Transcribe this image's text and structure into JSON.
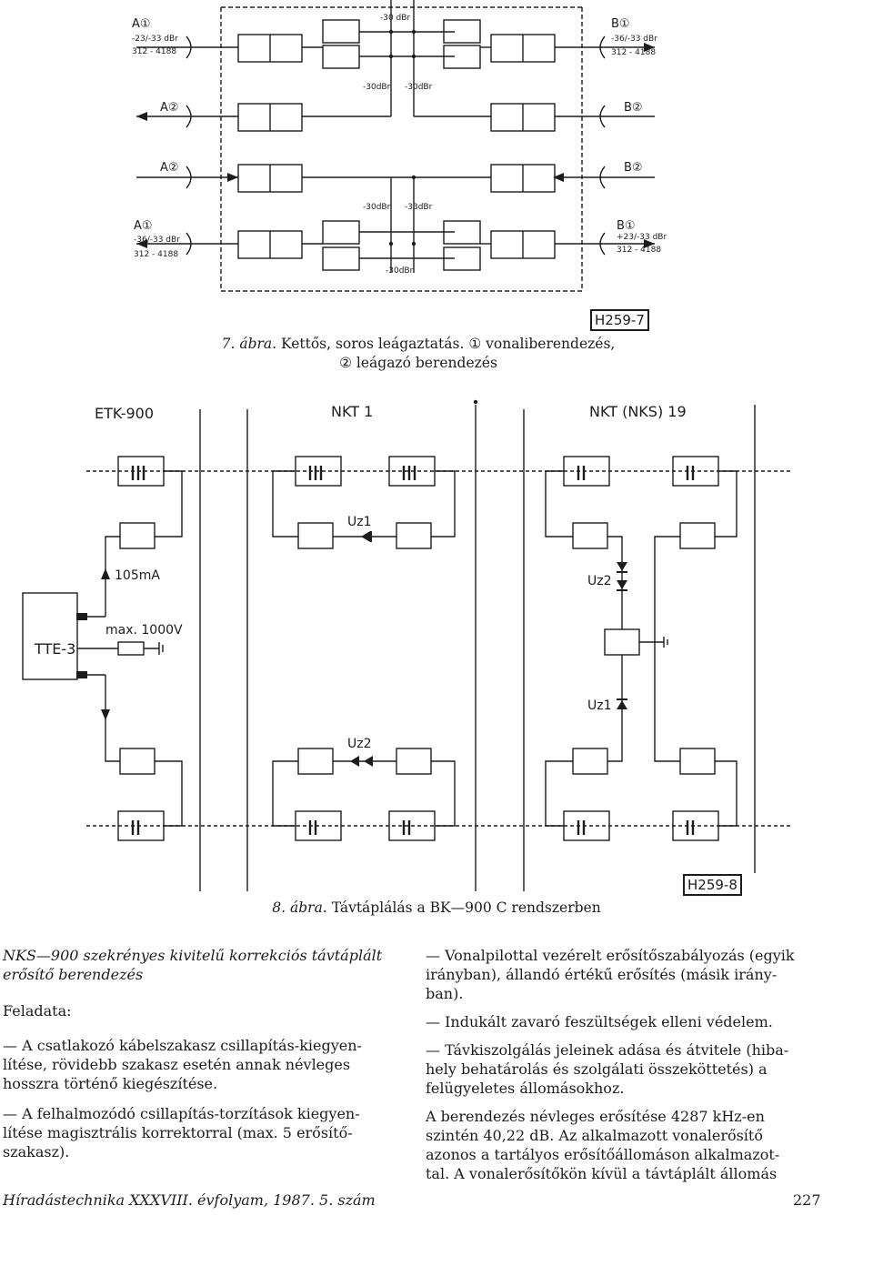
{
  "figure7": {
    "labels": {
      "a1": "A①",
      "a1_level": "-23/-33 dBr",
      "a1_freq": "312 - 4188",
      "b1": "B①",
      "b1_level": "-36/-33 dBr",
      "b1_freq": "312 - 4188",
      "a2": "A②",
      "b2": "B②",
      "a2b": "A②",
      "b2b": "B②",
      "a1b": "A①",
      "a1b_level": "-36/-33 dBr",
      "a1b_freq": "312 - 4188",
      "b1b": "B①",
      "b1b_level": "+23/-33 dBr",
      "b1b_freq": "312 - 4188",
      "dbr30_top": "-30 dBr",
      "dbr30_l1": "-30dBr",
      "dbr30_l2": "-30dBr",
      "dbr30_m1": "-30dBr",
      "dbr30_m2": "-33dBr",
      "dbr30_bot": "-30dBr"
    },
    "tag": "H259-7",
    "caption_prefix": "7. ábra.",
    "caption_line1": "Kettős, soros leágaztatás. ① vonaliberendezés,",
    "caption_line2": "② leágazó berendezés"
  },
  "figure8": {
    "labels": {
      "etk": "ETK-900",
      "nkt1": "NKT 1",
      "nkt19": "NKT (NKS) 19",
      "uz1_top": "Uz1",
      "uz2_right": "Uz2",
      "uz1_right": "Uz1",
      "uz2_bottom": "Uz2",
      "current": "105mA",
      "max_v": "max. 1000V",
      "tte": "TTE-3"
    },
    "tag": "H259-8",
    "caption_prefix": "8. ábra.",
    "caption_text": "Távtáplálás a BK—900 C rendszerben"
  },
  "left_column": {
    "heading_line1": "NKS—900 szekrényes kivitelű korrekciós távtáplált",
    "heading_line2": "erősítő berendezés",
    "feladata": "Feladata:",
    "item1_line1": "— A csatlakozó kábelszakasz csillapítás-kiegyen-",
    "item1_line2": "lítése, rövidebb szakasz esetén annak névleges",
    "item1_line3": "hosszra történő kiegészítése.",
    "item2_line1": "— A felhalmozódó csillapítás-torzítások kiegyen-",
    "item2_line2": "lítése magisztrális korrektorral (max. 5 erősítő-",
    "item2_line3": "szakasz)."
  },
  "right_column": {
    "item3_line1": "— Vonalpilottal vezérelt erősítőszabályozás (egyik",
    "item3_line2": "irányban), állandó értékű erősítés (másik irány-",
    "item3_line3": "ban).",
    "item4": "— Indukált zavaró feszültségek elleni védelem.",
    "item5_line1": "— Távkiszolgálás jeleinek adása és átvitele (hiba-",
    "item5_line2": "hely behatárolás és szolgálati összeköttetés) a",
    "item5_line3": "felügyeletes állomásokhoz.",
    "para_line1": "A berendezés névleges erősítése 4287 kHz-en",
    "para_line2": "szintén 40,22 dB. Az alkalmazott vonalerősítő",
    "para_line3": "azonos a tartályos erősítőállomáson alkalmazot-",
    "para_line4": "tal. A vonalerősítőkön kívül a távtáplált állomás"
  },
  "footer": {
    "journal": "Híradástechnika XXXVIII. évfolyam, 1987. 5. szám",
    "page": "227"
  }
}
